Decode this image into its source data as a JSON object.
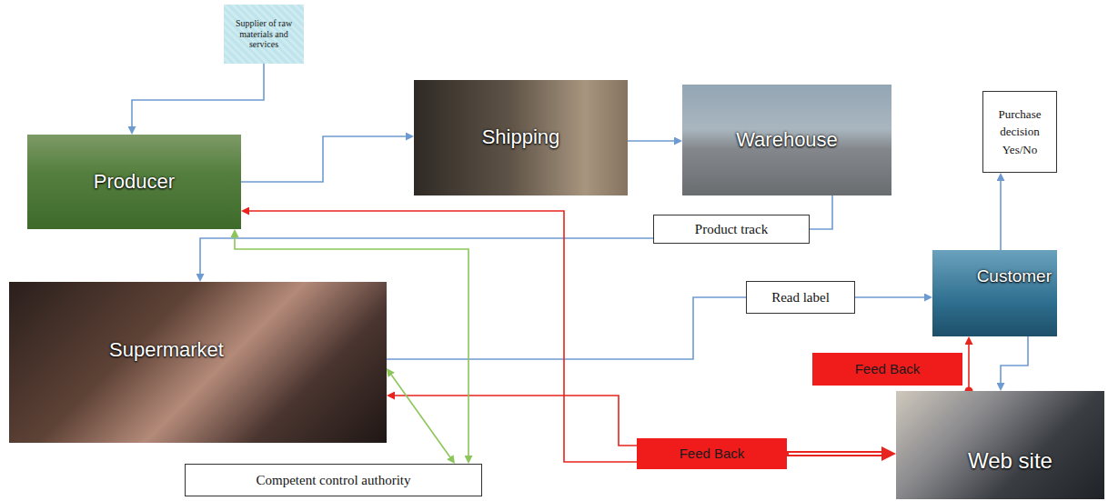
{
  "diagram": {
    "nodes": [
      {
        "text": [
          "Supplier of raw materials and services"
        ]
      },
      {
        "text": [
          "Producer"
        ]
      },
      {
        "text": [
          "Shipping"
        ]
      },
      {
        "text": [
          "Warehouse"
        ]
      },
      {
        "text": [
          "Purchase decision Yes/No"
        ]
      },
      {
        "text": [
          "Product track"
        ]
      },
      {
        "text": [
          "Supermarket"
        ]
      },
      {
        "text": [
          "Read label"
        ]
      },
      {
        "text": [
          "Customer"
        ]
      },
      {
        "text": [
          "Feed Back"
        ]
      },
      {
        "text": [
          "Web site"
        ]
      },
      {
        "text": [
          "Competent control authority"
        ]
      }
    ],
    "edges": [
      {
        "from": 0,
        "to": 1,
        "arrow": "to"
      },
      {
        "from": 1,
        "to": 2,
        "arrow": "to"
      },
      {
        "from": 2,
        "to": 3,
        "arrow": "to"
      },
      {
        "from": 3,
        "to": 5,
        "arrow": "none"
      },
      {
        "from": 5,
        "to": 6,
        "arrow": "to"
      },
      {
        "from": 6,
        "to": 7,
        "arrow": "none"
      },
      {
        "from": 7,
        "to": 8,
        "arrow": "to"
      },
      {
        "from": 8,
        "to": 4,
        "arrow": "to"
      },
      {
        "from": 8,
        "to": 10,
        "arrow": "to"
      },
      {
        "from": 10,
        "to": 8,
        "label": "Feed Back",
        "arrow": "to"
      },
      {
        "from": 9,
        "to": 1,
        "arrow": "to"
      },
      {
        "from": 9,
        "to": 6,
        "arrow": "to"
      },
      {
        "from": 9,
        "to": 10,
        "arrow": "to"
      },
      {
        "from": 11,
        "to": 1,
        "arrow": "both"
      },
      {
        "from": 6,
        "to": 11,
        "arrow": "both"
      }
    ]
  }
}
